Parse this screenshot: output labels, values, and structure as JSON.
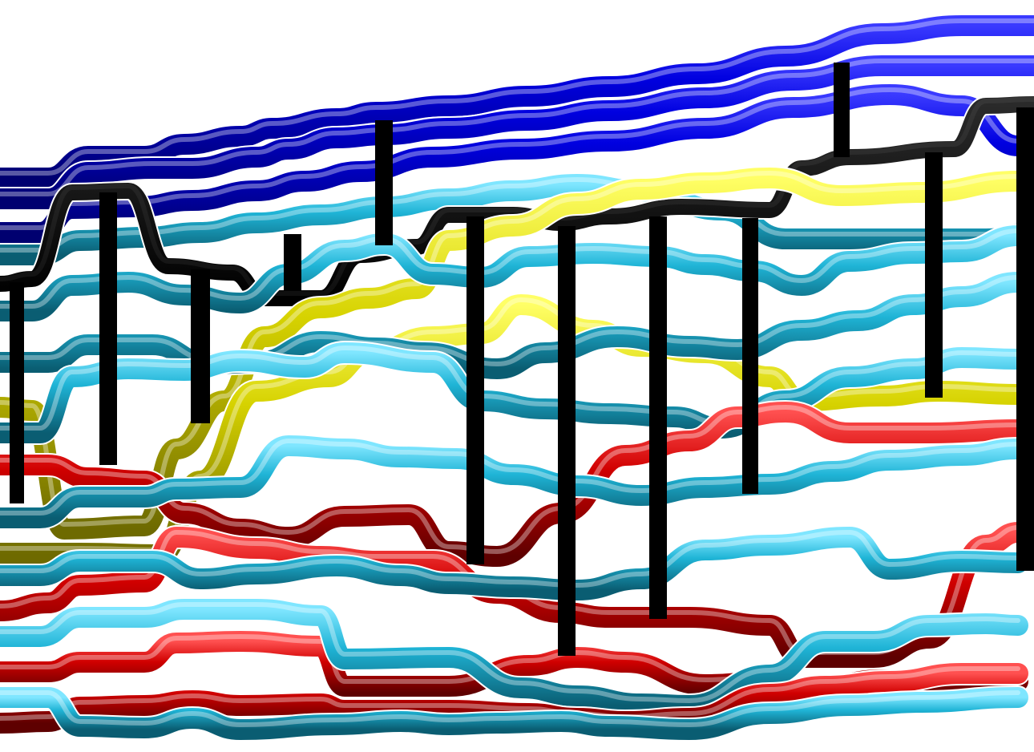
{
  "scene": {
    "description_free": true,
    "palette": {
      "background": "#ffffff",
      "blue": "#0000c8",
      "cyan": "#1fb4d6",
      "yellow": "#d6d200",
      "red": "#d00000",
      "black": "#000000"
    },
    "strands": [
      {
        "id": "blue-top",
        "color": "blue"
      },
      {
        "id": "blue-2",
        "color": "blue"
      },
      {
        "id": "blue-3",
        "color": "blue"
      },
      {
        "id": "cyan-1",
        "color": "cyan"
      },
      {
        "id": "black-main",
        "color": "black"
      },
      {
        "id": "yellow-1",
        "color": "yellow"
      },
      {
        "id": "cyan-2",
        "color": "cyan"
      },
      {
        "id": "yellow-2",
        "color": "yellow"
      },
      {
        "id": "cyan-3",
        "color": "cyan"
      },
      {
        "id": "cyan-4",
        "color": "cyan"
      },
      {
        "id": "red-1",
        "color": "red"
      },
      {
        "id": "cyan-5",
        "color": "cyan"
      },
      {
        "id": "red-2",
        "color": "red"
      },
      {
        "id": "cyan-6",
        "color": "cyan"
      },
      {
        "id": "red-3",
        "color": "red"
      },
      {
        "id": "cyan-7",
        "color": "cyan"
      },
      {
        "id": "red-4",
        "color": "red"
      },
      {
        "id": "cyan-8",
        "color": "cyan"
      }
    ]
  }
}
